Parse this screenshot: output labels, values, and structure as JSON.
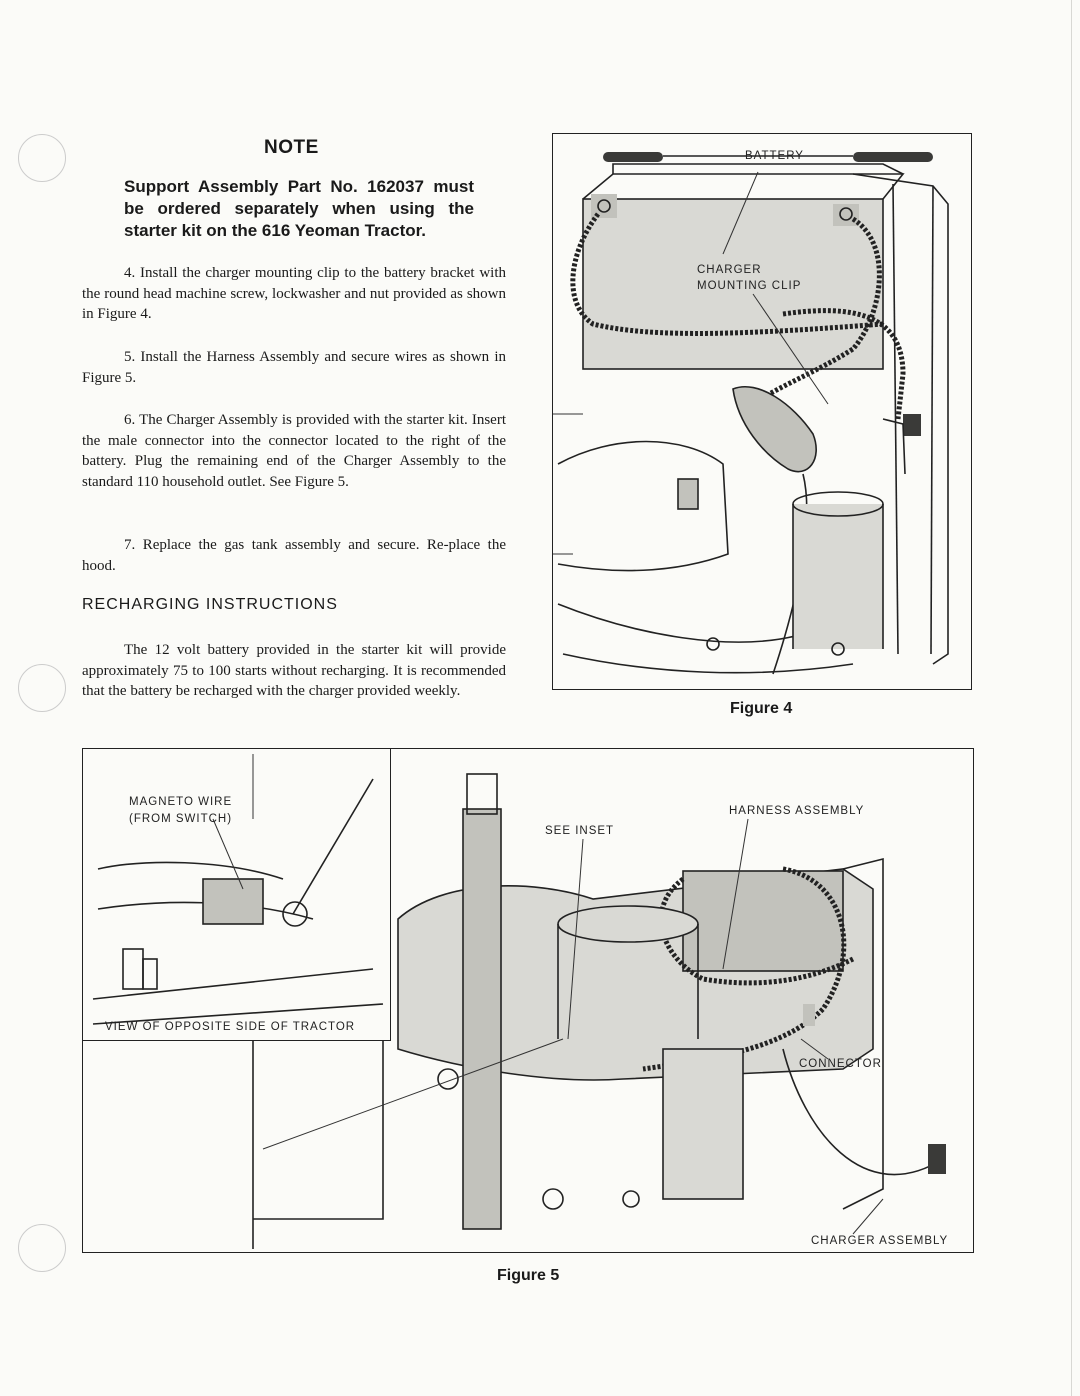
{
  "note": {
    "title": "NOTE",
    "body": "Support Assembly Part No. 162037 must be ordered separately when using the starter kit on the 616 Yeoman Tractor."
  },
  "steps": [
    "4. Install the charger mounting clip to the battery bracket with the round head machine screw, lockwasher and nut provided as shown in Figure 4.",
    "5. Install the Harness Assembly and secure wires as shown in Figure 5.",
    "6. The Charger Assembly is provided with the starter kit. Insert the male connector into the connector located to the right of the battery. Plug the remaining end of the Charger Assembly to the standard 110 household outlet. See Figure 5.",
    "7. Replace the gas tank assembly and secure. Re-place the hood."
  ],
  "recharging": {
    "heading": "RECHARGING INSTRUCTIONS",
    "body": "The 12 volt battery provided in the starter kit will provide approximately 75 to 100 starts without recharging. It is recommended that the battery be recharged with the charger provided weekly."
  },
  "figure4": {
    "caption": "Figure 4",
    "labels": {
      "battery": "BATTERY",
      "charger_clip": "CHARGER\nMOUNTING CLIP"
    }
  },
  "figure5": {
    "caption": "Figure 5",
    "labels": {
      "magneto_wire": "MAGNETO WIRE\n(FROM SWITCH)",
      "inset_caption": "VIEW OF OPPOSITE SIDE OF TRACTOR",
      "see_inset": "SEE INSET",
      "harness_assembly": "HARNESS ASSEMBLY",
      "connector": "CONNECTOR",
      "charger_assembly": "CHARGER ASSEMBLY"
    }
  }
}
